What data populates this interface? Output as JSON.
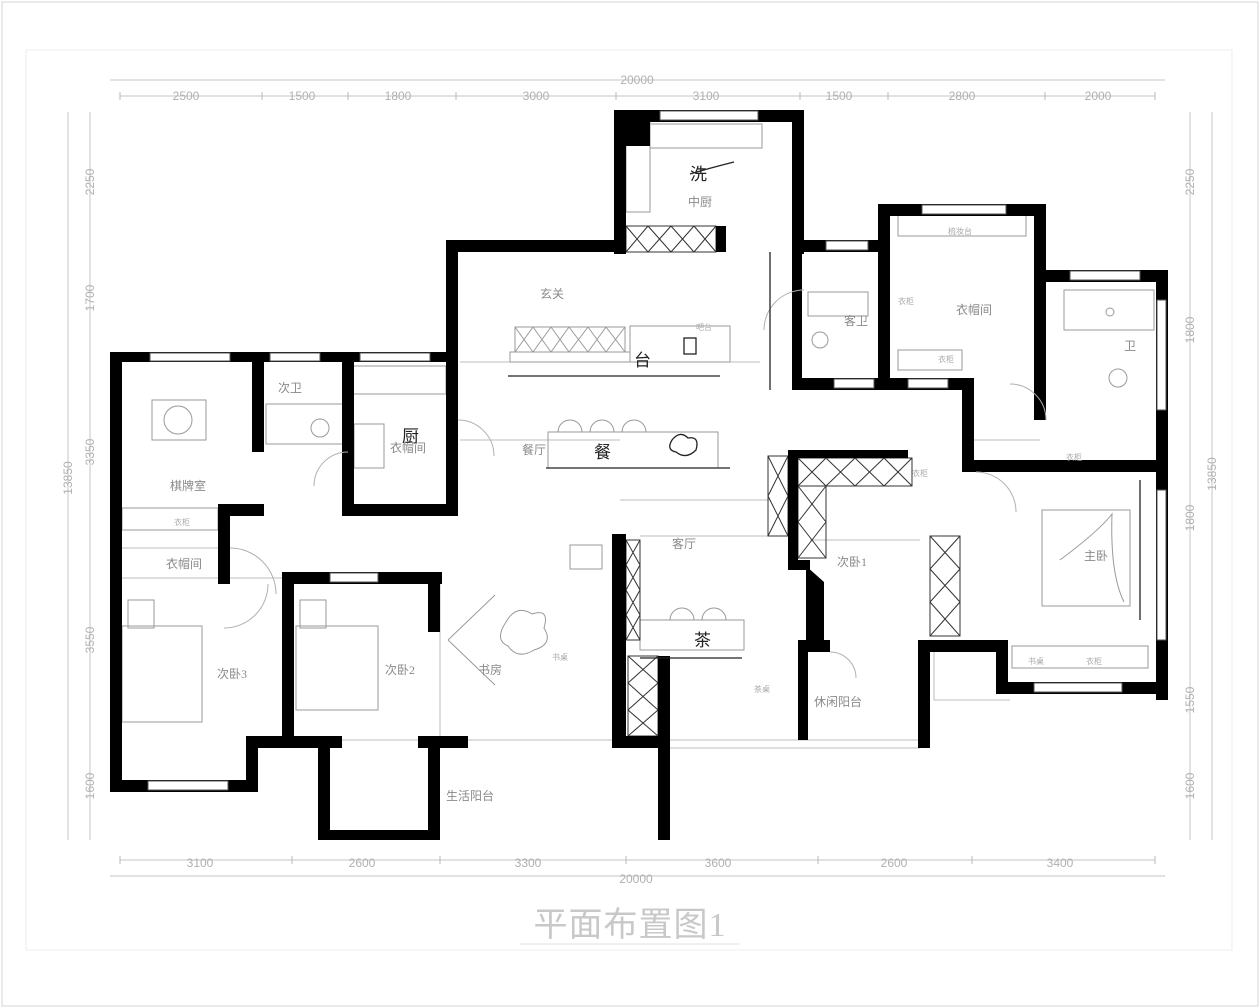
{
  "title": "平面布置图1",
  "dimensions": {
    "top_total": "20000",
    "bottom_total": "20000",
    "top": [
      "2500",
      "1500",
      "1800",
      "3000",
      "3100",
      "1500",
      "2800",
      "2000"
    ],
    "bottom": [
      "3100",
      "2600",
      "3300",
      "3600",
      "2600",
      "3400"
    ],
    "left_total": "13850",
    "right_total": "13850",
    "left": [
      "2250",
      "1700",
      "3350",
      "3550",
      "1600"
    ],
    "right": [
      "2250",
      "1800",
      "1800",
      "1550",
      "1600"
    ]
  },
  "rooms": {
    "kitchen_mid": "中厨",
    "foyer": "玄关",
    "guest_bath": "客卫",
    "cloakroom_master": "衣帽间",
    "secondary_bath": "次卫",
    "chess_room": "棋牌室",
    "cloakroom_small": "衣帽间",
    "cloakroom_left": "衣帽间",
    "dining": "餐厅",
    "living": "客厅",
    "secondary_bed_1": "次卧1",
    "master_bed": "主卧",
    "secondary_bed_3": "次卧3",
    "secondary_bed_2": "次卧2",
    "study": "书房",
    "leisure_balcony": "休闲阳台",
    "service_balcony": "生活阳台",
    "bath_master": "卫"
  },
  "annotations": {
    "wash_table": "梳妆台",
    "wardrobe": "衣柜",
    "tea_table": "茶桌",
    "bar": "吧台",
    "dressing": "衣柜",
    "wardrobe2": "衣柜",
    "wardrobe3": "衣柜",
    "wardrobe4": "衣柜",
    "shelf": "书桌",
    "tv_cabinet": "衣柜",
    "desk": "书桌"
  },
  "handwritten": {
    "western_kitchen": "洗",
    "chinese_kitchen": "厨",
    "island": "台",
    "dining_note": "餐",
    "tea_note": "茶"
  }
}
